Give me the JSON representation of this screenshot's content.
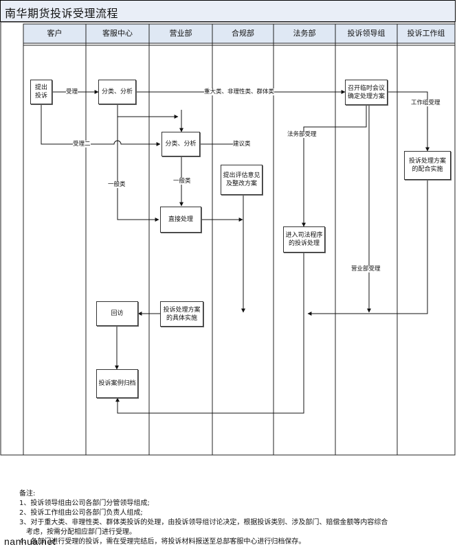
{
  "title": "南华期货投诉受理流程",
  "lanes": [
    "客户",
    "客服中心",
    "营业部",
    "合规部",
    "法务部",
    "投诉领导组",
    "投诉工作组"
  ],
  "boxes": {
    "submit": "提出投诉",
    "classify1": "分类、分析",
    "emergency_meeting": "召开临时会议确定处理方案",
    "classify2": "分类、分析",
    "compliance_advice": "提出评估意见及整改方案",
    "workgroup_plan": "投诉处理方案的配合实施",
    "direct_handle": "直接处理",
    "legal_process": "进入司法程序的投诉处理",
    "callback": "回访",
    "implement": "投诉处理方案的具体实施",
    "archive": "投诉案例归档"
  },
  "labels": {
    "accept": "受理",
    "major": "重大类、非理性类、群体类",
    "workgroup_accept": "工作组受理",
    "legal_accept": "法务部受理",
    "accept2": "受理二",
    "advice": "建议类",
    "general1": "一般类",
    "general2": "一般类",
    "branch_accept": "营业部受理"
  },
  "notes": {
    "heading": "备注:",
    "items": [
      "1、投诉领导组由公司各部门分管领导组成;",
      "2、投诉工作组由公司各部门负责人组成;",
      "3、对于重大类、非理性类、群体类投诉的处理，由投诉领导组讨论决定，根据投诉类别、涉及部门、赔偿金额等内容综合",
      "考虑，按需分配相应部门进行受理。",
      "4、各部门进行受理的投诉，需在受理完结后，将投诉材料报送至总部客服中心进行归档保存。"
    ]
  },
  "watermark": "nanhua.net"
}
